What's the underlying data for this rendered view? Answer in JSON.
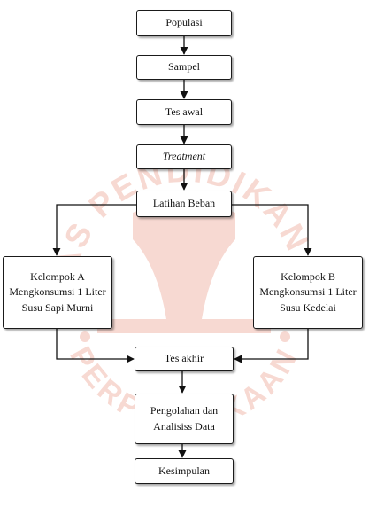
{
  "watermark": {
    "top_text": "UNIVERSITAS PENDIDIKAN INDONESIA",
    "bottom_text": "PERPUSTAKAAN",
    "color": "#f7d9d2"
  },
  "flow": {
    "populasi": "Populasi",
    "sampel": "Sampel",
    "tes_awal": "Tes awal",
    "treatment": "Treatment",
    "latihan_beban": "Latihan Beban",
    "kelompok_a": {
      "line1": "Kelompok A",
      "line2": "Mengkonsumsi 1 Liter",
      "line3": "Susu Sapi Murni"
    },
    "kelompok_b": {
      "line1": "Kelompok B",
      "line2": "Mengkonsumsi 1 Liter",
      "line3": "Susu Kedelai"
    },
    "tes_akhir": "Tes akhir",
    "pengolahan": {
      "line1": "Pengolahan dan",
      "line2": "Analisiss Data"
    },
    "kesimpulan": "Kesimpulan"
  }
}
